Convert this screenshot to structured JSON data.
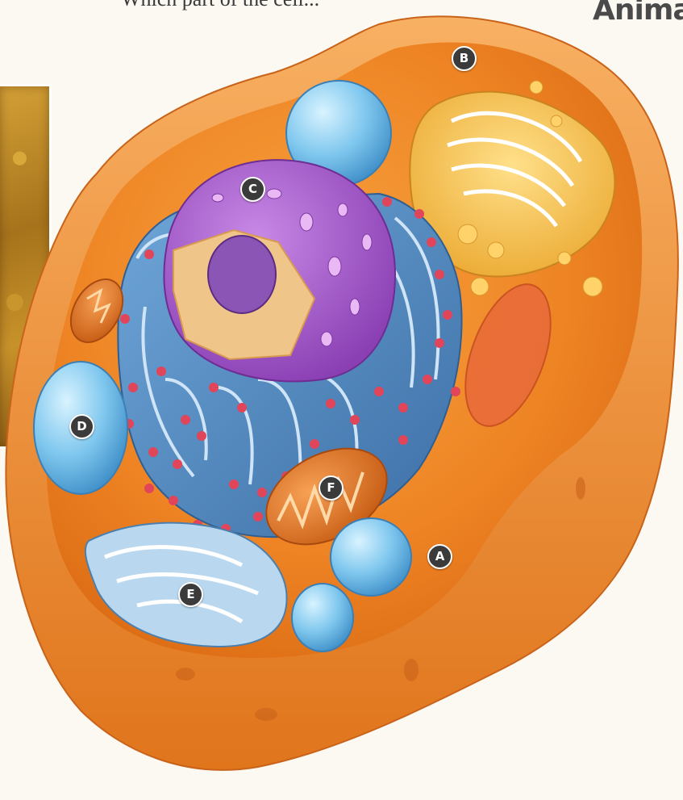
{
  "header": {
    "partial_text": "Which part of the cell...",
    "title": "Anima"
  },
  "diagram": {
    "labels": [
      {
        "letter": "A"
      },
      {
        "letter": "B"
      },
      {
        "letter": "C"
      },
      {
        "letter": "D"
      },
      {
        "letter": "E"
      },
      {
        "letter": "F"
      }
    ],
    "colors": {
      "cytoplasm": "#f08a2a",
      "membrane": "#e97a1e",
      "nucleus": "#a45ccc",
      "endoplasmic_reticulum": "#4f86bf",
      "golgi": "#f6c24a",
      "vacuole": "#7cc6ec",
      "mitochondrion": "#e0762a",
      "ribosome": "#e0455a"
    }
  }
}
